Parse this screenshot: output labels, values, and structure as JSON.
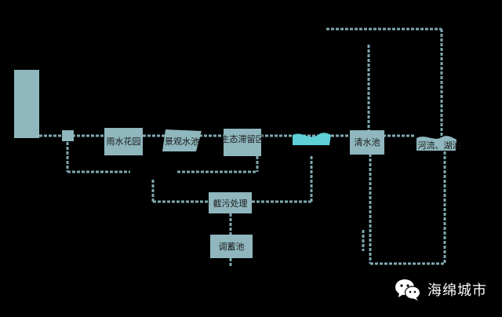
{
  "nodes": {
    "rain_garden": "雨水花园",
    "landscape_pool": "景观水池",
    "eco_retention": "生态滞留区",
    "clear_water_pool": "清水池",
    "rivers_lakes": "河流、湖泊",
    "pollution_interception": "截污处理",
    "storage_tank": "调蓄池"
  },
  "brand": {
    "name": "海绵城市",
    "icon": "wechat-logo-icon"
  },
  "colors": {
    "box": "#8fb7bd",
    "line": "#7fa9b1",
    "water": "#5fd0d6",
    "background": "#000000"
  }
}
